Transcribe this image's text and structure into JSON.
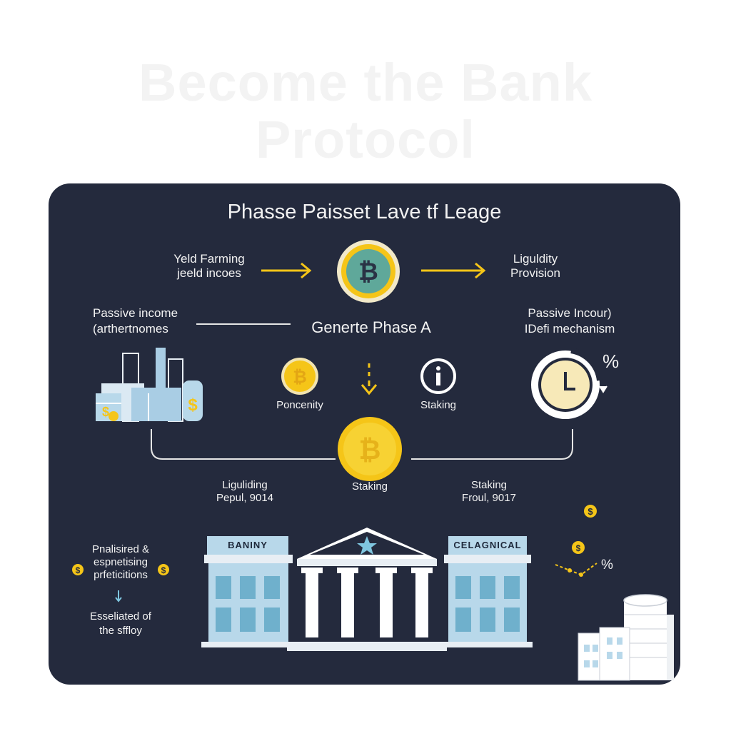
{
  "background_title": {
    "line1": "Become the Bank",
    "line2": "Protocol"
  },
  "panel": {
    "title": "Phasse Paisset Lave tf Leage",
    "top_left": {
      "line1": "Yeld Farming",
      "line2": "jeeld incoes"
    },
    "top_right": {
      "line1": "Liguldity",
      "line2": "Provision"
    },
    "mid_left": {
      "line1": "Passive income",
      "line2": "(arthertnomes"
    },
    "mid_right": {
      "line1": "Passive Incour)",
      "line2": "IDefi mechanism"
    },
    "center_label": "Generte Phase A",
    "coin_left_label": "Poncenity",
    "info_right_label": "Staking",
    "bottom_coin_label": "Staking",
    "left_bottom": {
      "line1": "Liguliding",
      "line2": "Pepul, 9014"
    },
    "right_bottom": {
      "line1": "Staking",
      "line2": "Froul, 9017"
    },
    "side_left": {
      "line1": "Pnalisired &",
      "line2": "espnetising",
      "line3": "prfeticitions",
      "line4": "Esseliated of",
      "line5": "the sffloy"
    },
    "bank_left_sign": "BANINY",
    "bank_right_sign": "CELAGNICAL",
    "percent_symbol": "%",
    "percent_symbol_small": "%"
  },
  "colors": {
    "panel_bg": "#242a3d",
    "accent_yellow": "#f5c518",
    "coin_green": "#5fa89a",
    "building_blue": "#b8d8ea"
  },
  "icons": [
    "bitcoin-coin-icon",
    "arrow-right-icon",
    "arrow-down-icon",
    "city-icon",
    "money-bag-icon",
    "clock-icon",
    "info-icon",
    "bank-icon",
    "coin-stack-icon",
    "dollar-coin-icon"
  ]
}
